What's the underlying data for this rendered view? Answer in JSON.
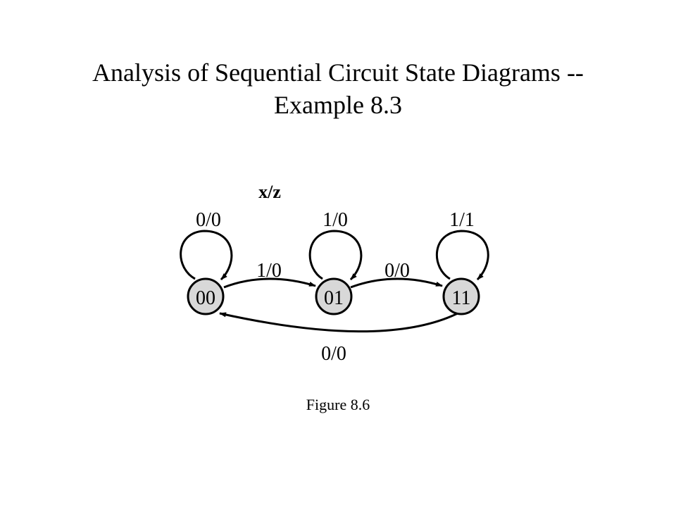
{
  "title": {
    "line1": "Analysis of Sequential Circuit State Diagrams --",
    "line2": "Example 8.3"
  },
  "legend": "x/z",
  "states": [
    {
      "label": "00"
    },
    {
      "label": "01"
    },
    {
      "label": "11"
    }
  ],
  "transitions": {
    "self_00": "0/0",
    "self_01": "1/0",
    "self_11": "1/1",
    "s00_to_s01": "1/0",
    "s01_to_s11": "0/0",
    "s11_to_s00": "0/0"
  },
  "caption": "Figure 8.6",
  "colors": {
    "state_fill": "#d8d8d8",
    "stroke": "#000000"
  }
}
